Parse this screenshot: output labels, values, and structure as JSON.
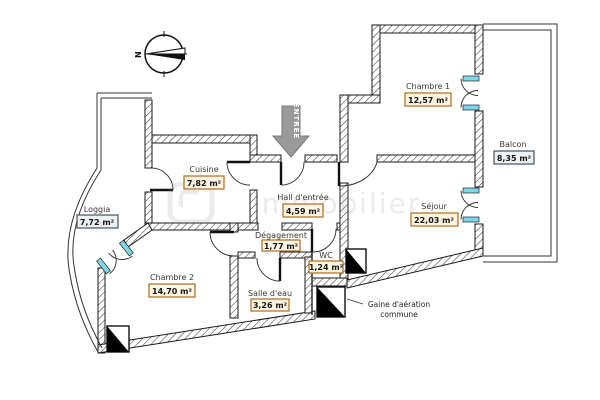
{
  "plan": {
    "compass": {
      "north_label": "N"
    },
    "entrance": {
      "label": "ENTRÉE"
    },
    "watermark": {
      "text": "immobilier"
    },
    "rooms": [
      {
        "id": "chambre1",
        "name": "Chambre 1",
        "area": "12,57 m²",
        "type": "interior"
      },
      {
        "id": "balcon",
        "name": "Balcon",
        "area": "8,35 m²",
        "type": "exterior"
      },
      {
        "id": "sejour",
        "name": "Séjour",
        "area": "22,03 m²",
        "type": "interior"
      },
      {
        "id": "cuisine",
        "name": "Cuisine",
        "area": "7,82 m²",
        "type": "interior"
      },
      {
        "id": "hall",
        "name": "Hall d'entrée",
        "area": "4,59 m²",
        "type": "interior"
      },
      {
        "id": "degagement",
        "name": "Dégagement",
        "area": "1,77 m²",
        "type": "interior"
      },
      {
        "id": "wc",
        "name": "WC",
        "area": "1,24 m²",
        "type": "interior"
      },
      {
        "id": "salle_eau",
        "name": "Salle d'eau",
        "area": "3,26 m²",
        "type": "interior"
      },
      {
        "id": "chambre2",
        "name": "Chambre 2",
        "area": "14,70 m²",
        "type": "interior"
      },
      {
        "id": "loggia",
        "name": "Loggia",
        "area": "7,72 m²",
        "type": "exterior"
      }
    ],
    "annotations": [
      {
        "line1": "Gaine d'aération",
        "line2": "commune"
      }
    ],
    "colors": {
      "wall": "#1a1a1a",
      "window": "#7fd6e8",
      "interior_label_border": "#b06a20",
      "interior_label_bg": "#fdf5e2",
      "exterior_label_border": "#45525e",
      "exterior_label_bg": "#eef1f4",
      "entrance_arrow": "#9a9a9a",
      "vent": "#000000"
    }
  }
}
